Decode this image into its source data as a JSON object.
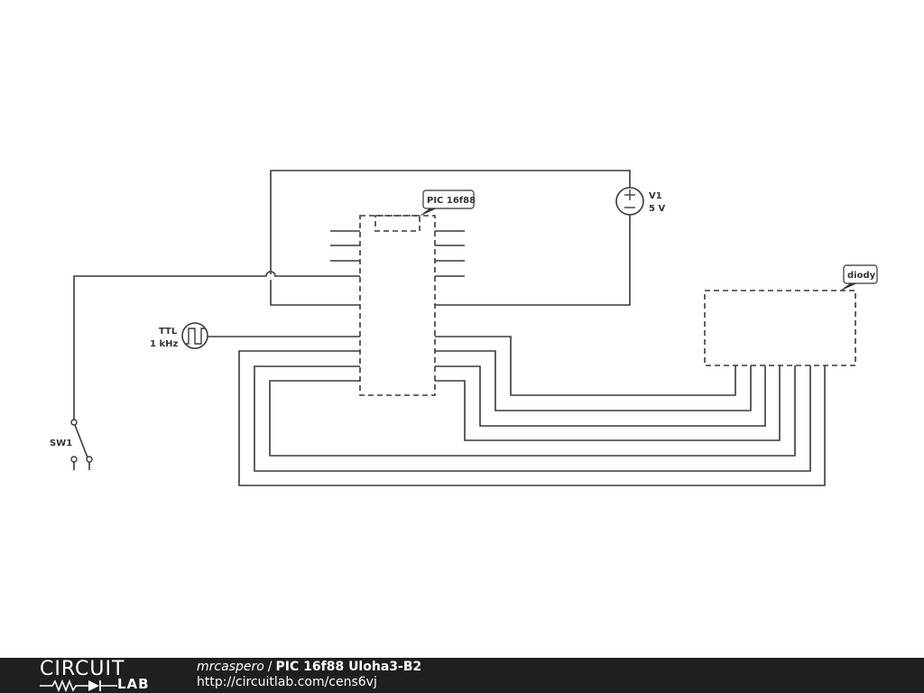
{
  "schematic": {
    "labels": {
      "chip": "PIC 16f88",
      "source_name": "V1",
      "source_value": "5 V",
      "clock_type": "TTL",
      "clock_freq": "1 kHz",
      "switch": "SW1",
      "diodes": "diody"
    }
  },
  "footer": {
    "brand_top": "CIRCUIT",
    "brand_bottom": "LAB",
    "author": "mrcaspero",
    "separator": "/",
    "title": "PIC 16f88 Uloha3-B2",
    "url": "http://circuitlab.com/cens6vj"
  },
  "colors": {
    "wire": "#3a3a3a",
    "footer_bg": "#1f1f1f",
    "footer_text": "#ffffff"
  }
}
